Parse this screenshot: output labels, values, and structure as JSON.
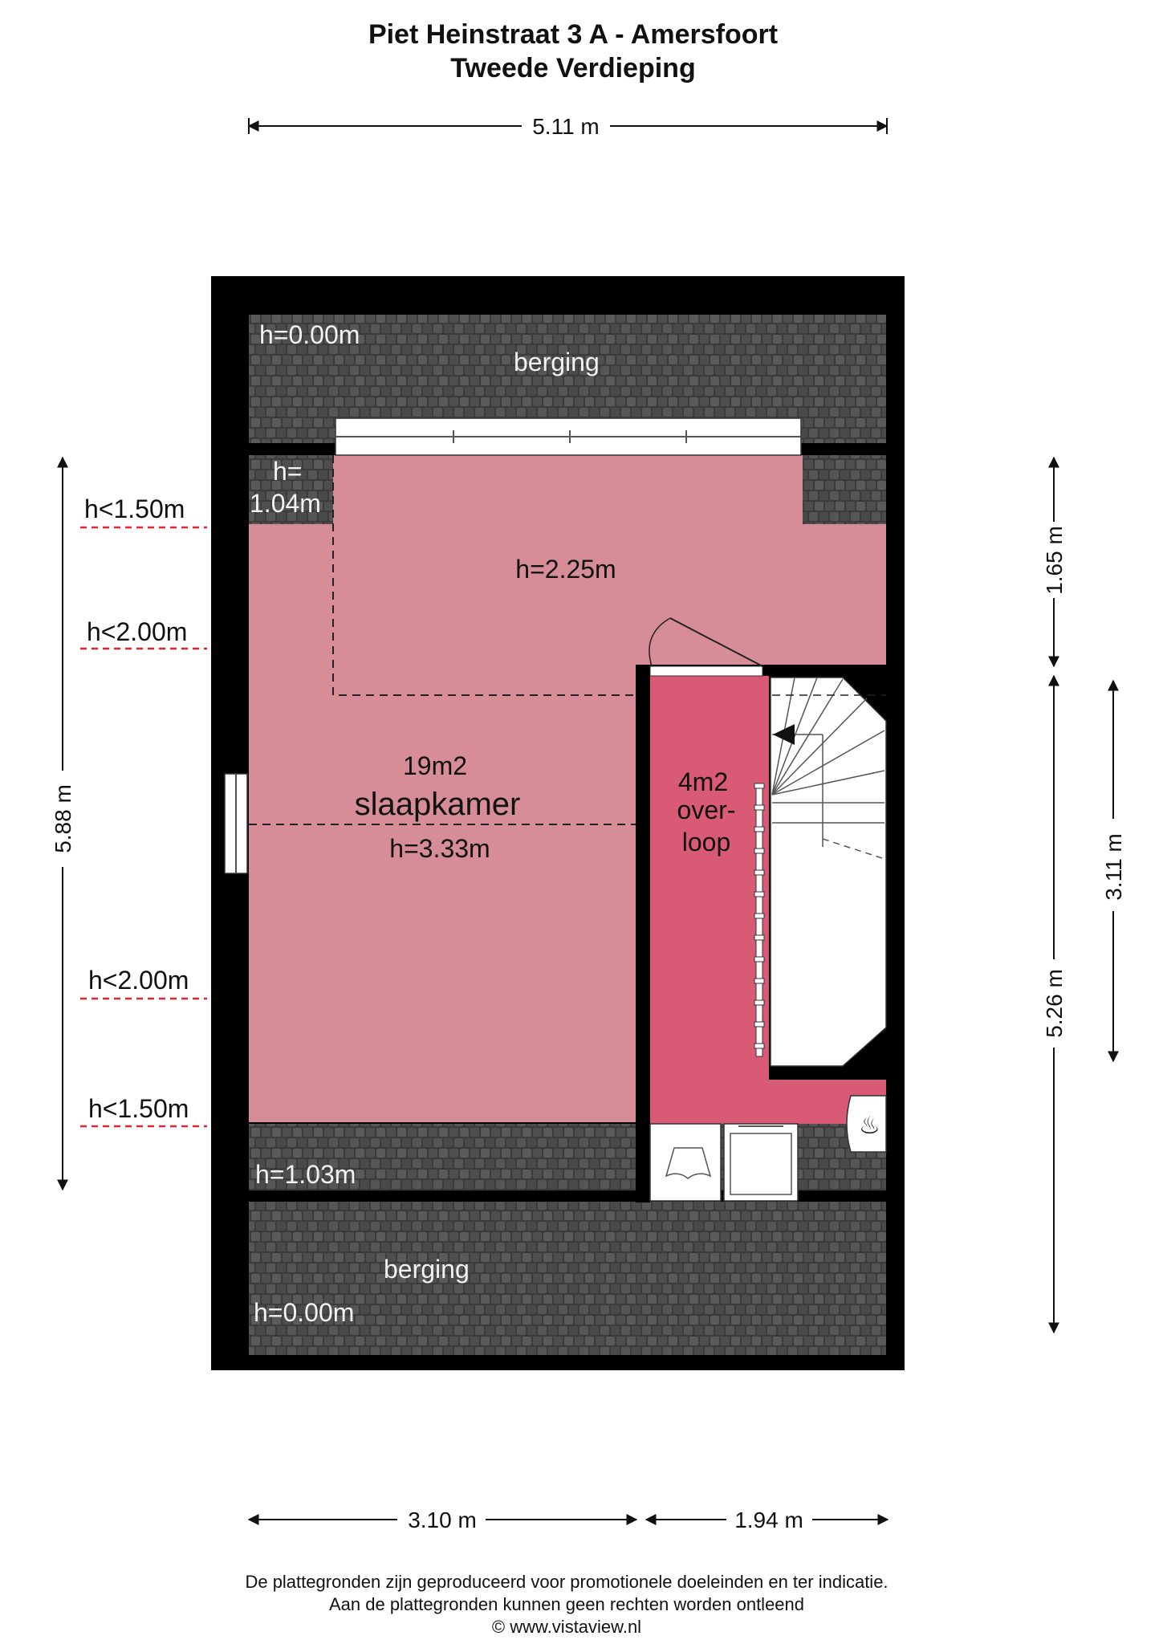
{
  "header": {
    "title": "Piet Heinstraat 3 A - Amersfoort",
    "subtitle": "Tweede Verdieping"
  },
  "dimensions": {
    "top_width": "5.11 m",
    "left_height": "5.88 m",
    "right_upper": "1.65 m",
    "right_lower": "5.26 m",
    "right_stair": "3.11 m",
    "bottom_left": "3.10 m",
    "bottom_right": "1.94 m"
  },
  "height_markers": {
    "upper_150": "h<1.50m",
    "upper_200": "h<2.00m",
    "lower_200": "h<2.00m",
    "lower_150": "h<1.50m"
  },
  "rooms": {
    "berging_top": {
      "name": "berging",
      "height": "h=0.00m"
    },
    "dormer_left": {
      "height_line1": "h=",
      "height_line2": "1.04m"
    },
    "dormer": {
      "height": "h=2.25m"
    },
    "slaapkamer": {
      "area": "19m2",
      "name": "slaapkamer",
      "height": "h=3.33m"
    },
    "overloop": {
      "area": "4m2",
      "name_line1": "over-",
      "name_line2": "loop"
    },
    "lower_eave": {
      "height": "h=1.03m"
    },
    "berging_bottom": {
      "name": "berging",
      "height": "h=0.00m"
    }
  },
  "footer": {
    "line1": "De plattegronden zijn geproduceerd voor promotionele doeleinden en ter indicatie.",
    "line2": "Aan de plattegronden kunnen geen rechten worden ontleend",
    "line3": "© www.vistaview.nl"
  },
  "colors": {
    "wall": "#000000",
    "bedroom": "#d68d97",
    "landing": "#d95a74",
    "roof_tile": "#3c3c3c",
    "marker_line": "#e0262f"
  }
}
